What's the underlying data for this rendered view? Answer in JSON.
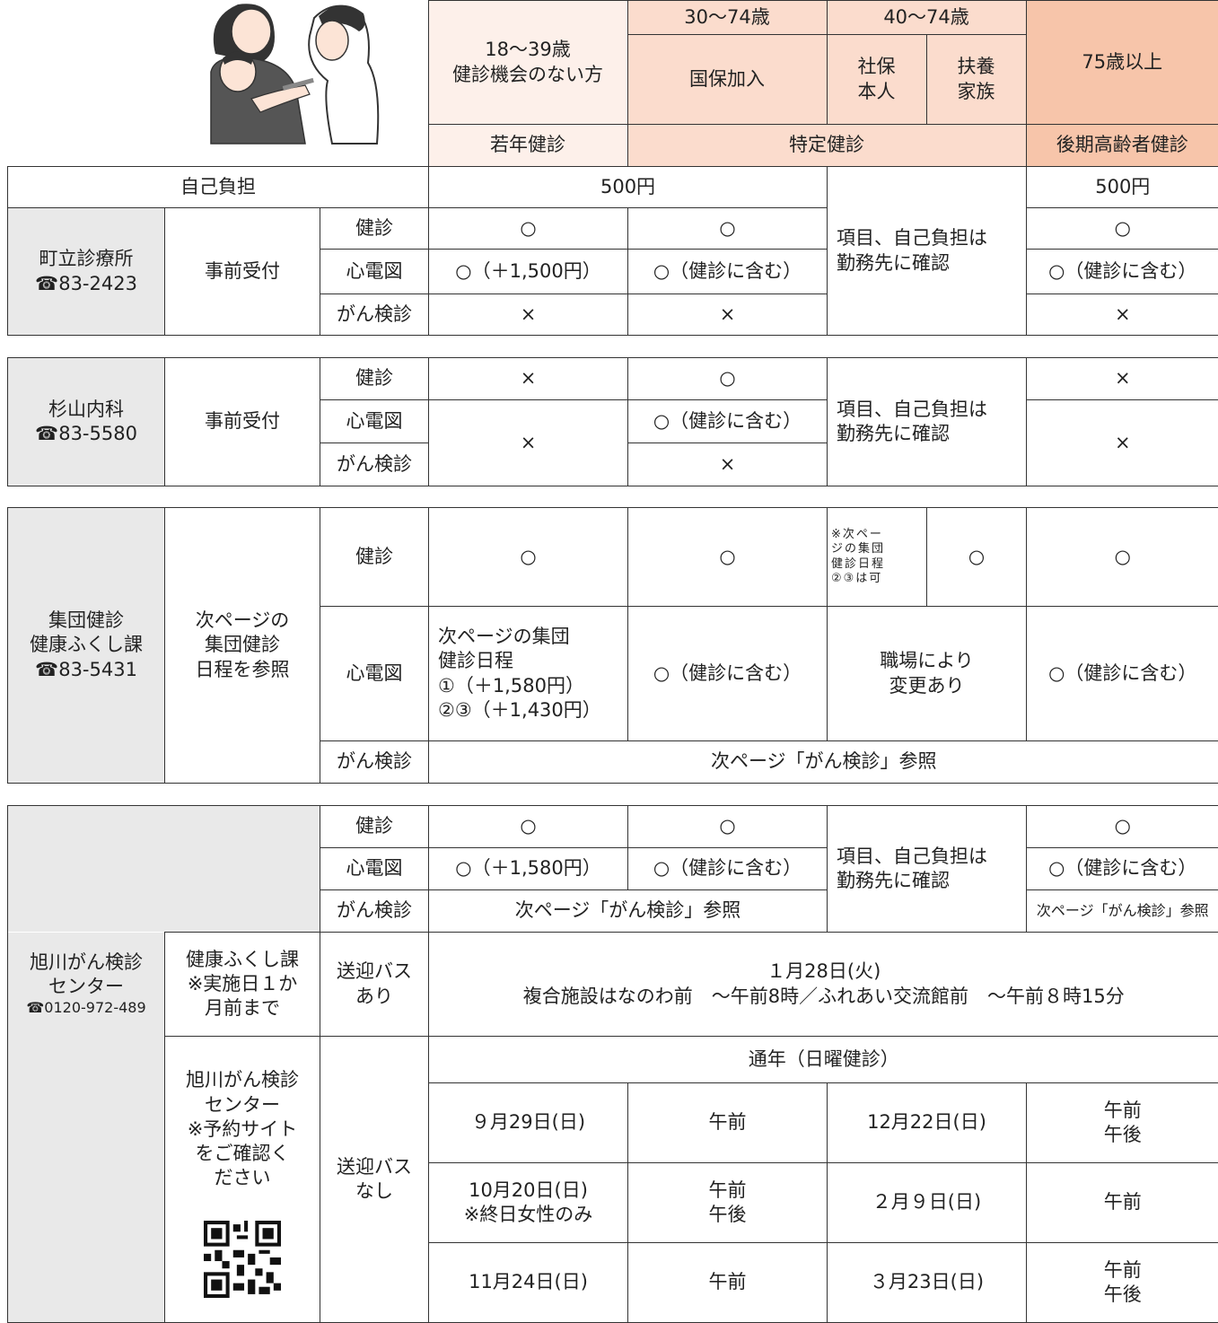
{
  "header": {
    "col_young": "18〜39歳\n健診機会のない方",
    "col_30_74": "30〜74歳",
    "col_kokuho": "国保加入",
    "col_40_74": "40〜74歳",
    "col_shaho": "社保\n本人",
    "col_fuyou": "扶養\n家族",
    "col_75": "75歳以上",
    "prog_young": "若年健診",
    "prog_tokutei": "特定健診",
    "prog_kouki": "後期高齢者健診"
  },
  "self_pay": {
    "label": "自己負担",
    "tokutei_cost": "500円",
    "kouki_cost": "500円"
  },
  "labels": {
    "kenshin": "健診",
    "ecg": "心電図",
    "cancer": "がん検診",
    "jizen": "事前受付",
    "shaho_note": "項目、自己負担は\n勤務先に確認",
    "shokuba": "職場により\n変更あり",
    "see_cancer": "次ページ「がん検診」参照",
    "see_cancer_small": "次ページ「がん検診」参照"
  },
  "marks": {
    "circle": "○",
    "cross": "×",
    "incl": "○（健診に含む）"
  },
  "clinic1": {
    "name": "町立診療所\n☎83-2423",
    "ecg_young": "○（＋1,500円）"
  },
  "clinic2": {
    "name": "杉山内科\n☎83-5580"
  },
  "clinic3": {
    "name": "集団健診\n健康ふくし課\n☎83-5431",
    "reception": "次ページの\n集団健診\n日程を参照",
    "shaho_note": "※次ペー\nジの集団\n健診日程\n②③は可",
    "ecg_young": "次ページの集団\n健診日程\n①（＋1,580円）\n②③（＋1,430円）"
  },
  "clinic4": {
    "name": "旭川がん検診\nセンター",
    "phone": "☎0120-972-489",
    "ecg_young": "○（＋1,580円）",
    "bus_org": "健康ふくし課\n※実施日１か\n月前まで",
    "bus_yes": "送迎バス\nあり",
    "bus_date": "１月28日(火)",
    "bus_stops": "複合施設はなのわ前　〜午前8時／ふれあい交流館前　〜午前８時15分",
    "self_org": "旭川がん検診\nセンター\n※予約サイト\nをご確認く\nださい",
    "bus_no": "送迎バス\nなし",
    "year_round": "通年（日曜健診）",
    "schedule": [
      {
        "d1": "９月29日(日)",
        "t1": "午前",
        "d2": "12月22日(日)",
        "t2": "午前\n午後"
      },
      {
        "d1": "10月20日(日)\n※終日女性のみ",
        "t1": "午前\n午後",
        "d2": "２月９日(日)",
        "t2": "午前"
      },
      {
        "d1": "11月24日(日)",
        "t1": "午前",
        "d2": "３月23日(日)",
        "t2": "午前\n午後"
      }
    ]
  }
}
